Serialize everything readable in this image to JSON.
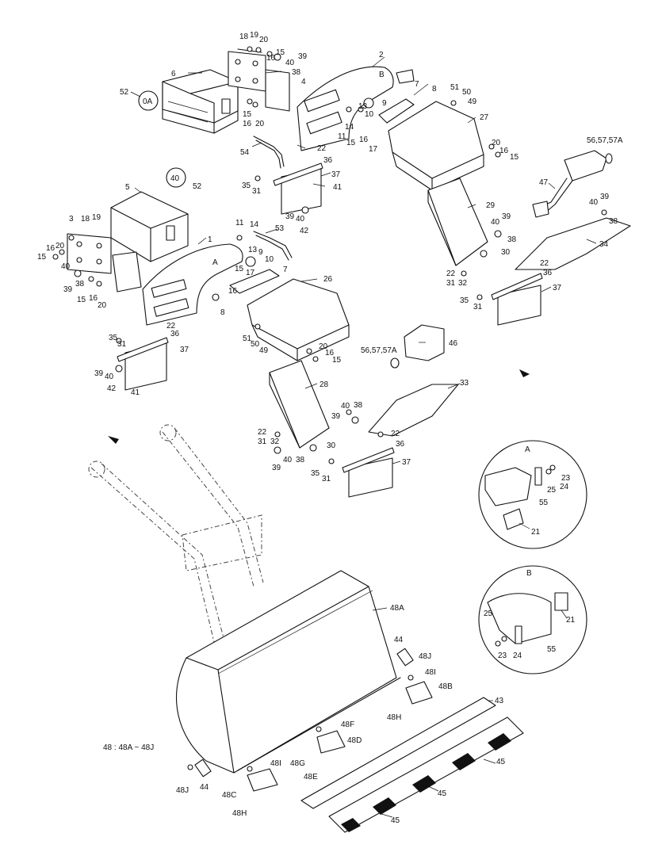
{
  "callouts": {
    "c1": "1",
    "c2": "2",
    "c3": "3",
    "c4": "4",
    "c5": "5",
    "c6": "6",
    "c7": "7",
    "c8": "8",
    "c9": "9",
    "c10": "10",
    "c11": "11",
    "c13": "13",
    "c14": "14",
    "c15": "15",
    "c16": "16",
    "c17": "17",
    "c18": "18",
    "c19": "19",
    "c20": "20",
    "c21": "21",
    "c22": "22",
    "c23": "23",
    "c24": "24",
    "c25": "25",
    "c26": "26",
    "c27": "27",
    "c28": "28",
    "c29": "29",
    "c30": "30",
    "c31": "31",
    "c32": "32",
    "c33": "33",
    "c34": "34",
    "c35": "35",
    "c36": "36",
    "c37": "37",
    "c38": "38",
    "c39": "39",
    "c40": "40",
    "c41": "41",
    "c42": "42",
    "c43": "43",
    "c44": "44",
    "c45": "45",
    "c46": "46",
    "c47": "47",
    "c48A": "48A",
    "c48B": "48B",
    "c48C": "48C",
    "c48D": "48D",
    "c48E": "48E",
    "c48F": "48F",
    "c48G": "48G",
    "c48H": "48H",
    "c48I": "48I",
    "c48J": "48J",
    "c49": "49",
    "c50": "50",
    "c51": "51",
    "c52": "52",
    "c53": "53",
    "c54": "54",
    "c55": "55",
    "c56": "56,57,57A",
    "detailA": "A",
    "detailB": "B",
    "legend48": "48 : 48A ~ 48J"
  },
  "plates": {
    "plate_a": "40",
    "plate_b": "0A"
  }
}
